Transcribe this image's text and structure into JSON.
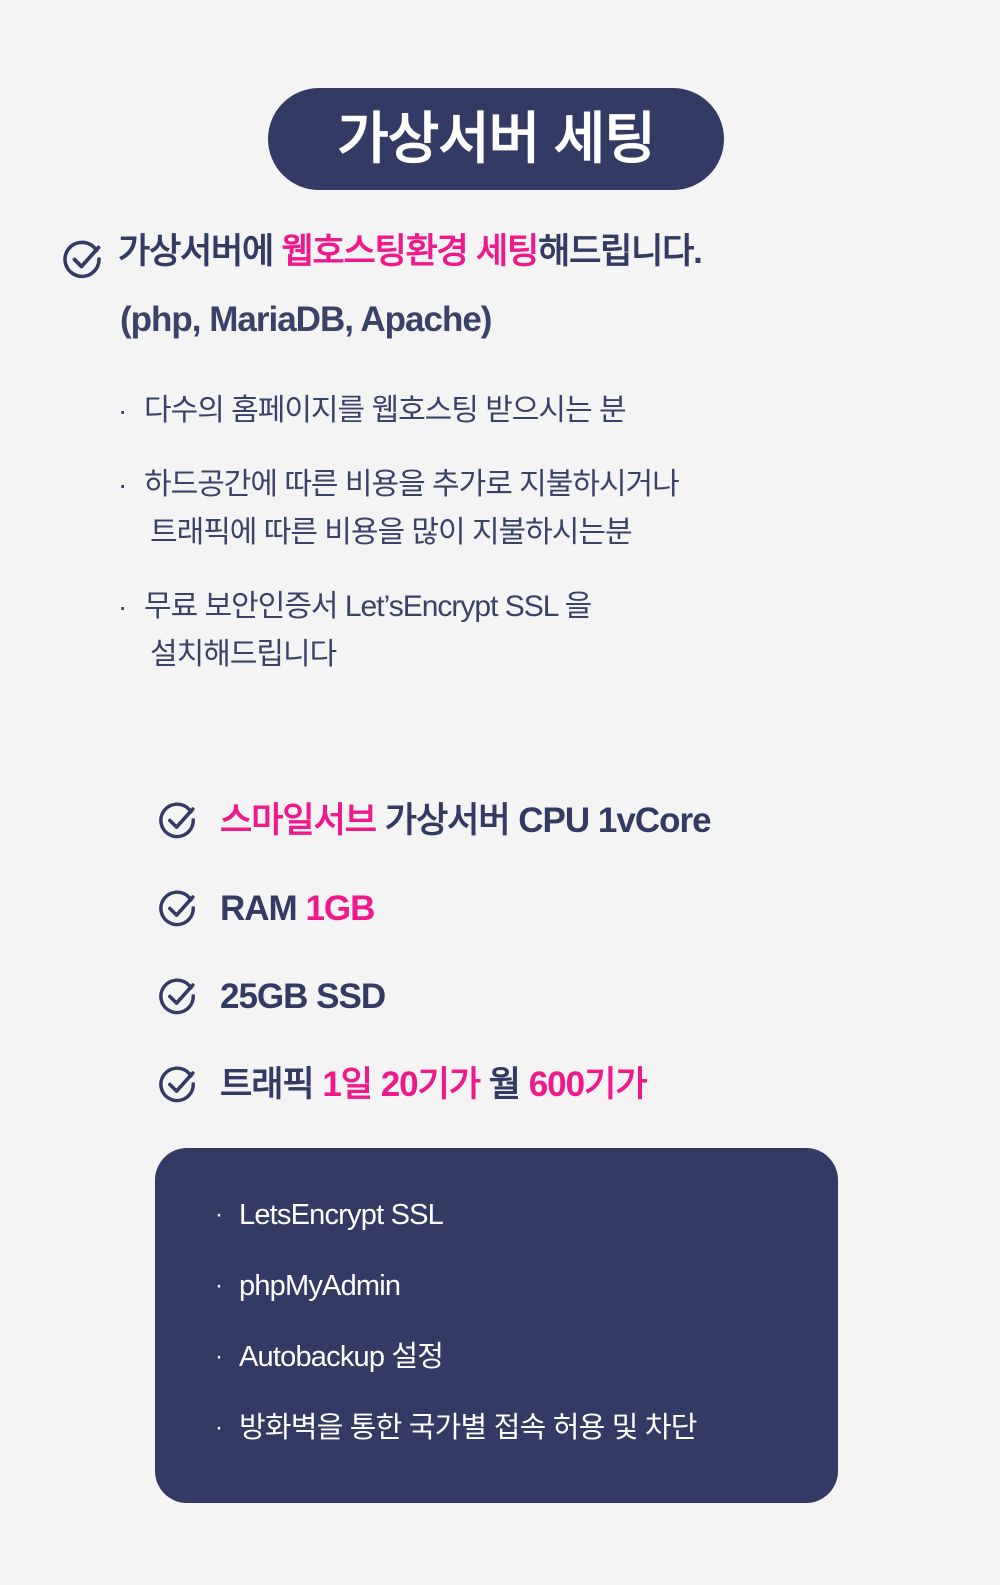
{
  "colors": {
    "background": "#f4f4f5",
    "navy": "#333a63",
    "body_navy": "#3b4268",
    "pink": "#f0198a",
    "white": "#ffffff"
  },
  "header": {
    "title": "가상서버 세팅"
  },
  "heading": {
    "icon": "check-circle-icon",
    "line1_pre": "가상서버에 ",
    "line1_highlight": "웹호스팅환경 세팅",
    "line1_post": "해드립니다.",
    "line2": "(php, MariaDB, Apache)"
  },
  "audience": {
    "bullet_glyph": "·",
    "items": [
      {
        "line1": "다수의 홈페이지를 웹호스팅 받으시는 분",
        "line2": ""
      },
      {
        "line1": "하드공간에 따른 비용을 추가로 지불하시거나",
        "line2": "트래픽에 따른 비용을 많이 지불하시는분"
      },
      {
        "line1": "무료 보안인증서 Let’sEncrypt SSL 을",
        "line2": "설치해드립니다"
      }
    ]
  },
  "specs": {
    "icon": "check-circle-icon",
    "items": [
      {
        "segments": [
          {
            "text": "스마일서브",
            "color": "pink"
          },
          {
            "text": " 가상서버 CPU 1vCore",
            "color": "navy"
          }
        ]
      },
      {
        "segments": [
          {
            "text": "RAM ",
            "color": "navy"
          },
          {
            "text": "1GB",
            "color": "pink"
          }
        ]
      },
      {
        "segments": [
          {
            "text": "25GB SSD",
            "color": "navy"
          }
        ]
      },
      {
        "segments": [
          {
            "text": "트래픽 ",
            "color": "navy"
          },
          {
            "text": "1일 20기가",
            "color": "pink"
          },
          {
            "text": "  월 ",
            "color": "navy"
          },
          {
            "text": "600기가",
            "color": "pink"
          }
        ]
      }
    ]
  },
  "card": {
    "bullet_glyph": "·",
    "items": [
      "LetsEncrypt SSL",
      "phpMyAdmin",
      "Autobackup 설정",
      "방화벽을 통한 국가별 접속 허용 및 차단"
    ]
  }
}
